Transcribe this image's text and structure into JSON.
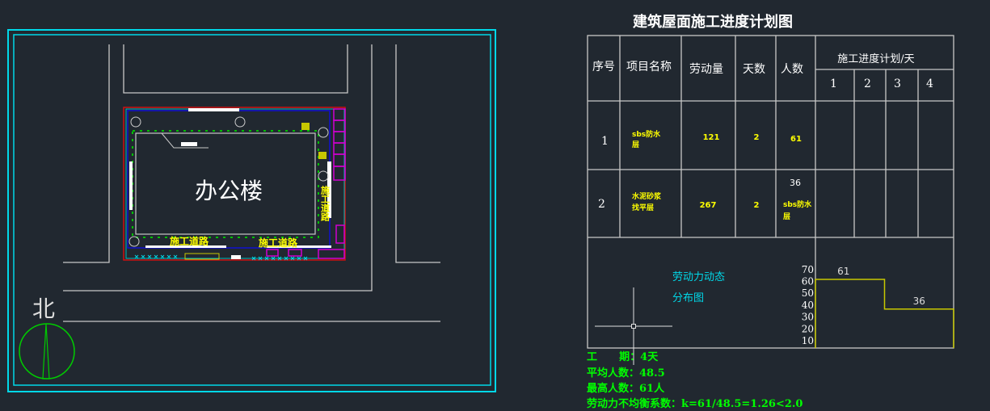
{
  "title": "建筑屋面施工进度计划图",
  "table": {
    "headers": [
      "序号",
      "项目名称",
      "劳动量",
      "天数",
      "人数"
    ],
    "schedule_header": "施工进度计划/天",
    "days": [
      "1",
      "2",
      "3",
      "4"
    ],
    "rows": [
      {
        "no": "1",
        "name_line1": "sbs防水",
        "name_line2": "层",
        "labor": "121",
        "days": "2",
        "people": "61"
      },
      {
        "no": "2",
        "name_line1": "水泥砂浆",
        "name_line2": "找平层",
        "labor": "267",
        "days": "2",
        "people": "36",
        "overlap_line1": "sbs防水",
        "overlap_line2": "层"
      }
    ]
  },
  "chart_data": {
    "type": "line",
    "title_line1": "劳动力动态",
    "title_line2": "分布图",
    "y_ticks": [
      "70",
      "60",
      "50",
      "40",
      "30",
      "20",
      "10"
    ],
    "ylim": [
      0,
      70
    ],
    "x": [
      1,
      2,
      3,
      4
    ],
    "values": [
      61,
      61,
      36,
      36
    ],
    "data_labels": [
      "61",
      "36"
    ],
    "line_color": "#c8c800"
  },
  "summary": {
    "duration": "工      期：4天",
    "average": "平均人数：48.5",
    "max": "最高人数：61人",
    "coefficient": "劳动力不均衡系数：k=61/48.5=1.26<2.0"
  },
  "site_plan": {
    "building": "办公楼",
    "road_label_1": "施工道路",
    "road_label_2": "施工道路",
    "road_label_vertical": "施工道路",
    "north": "北"
  },
  "colors": {
    "background": "#212830",
    "frame": "#00d8e8",
    "summary": "#00ff00",
    "labels": "#ffff00"
  }
}
